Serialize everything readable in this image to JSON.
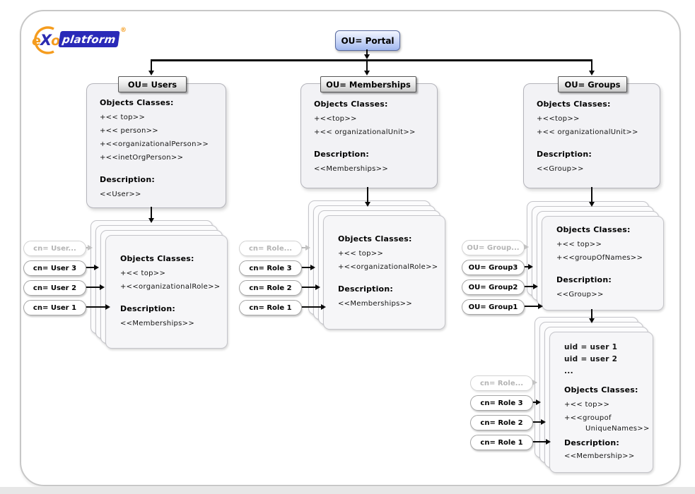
{
  "logo": {
    "brand": "eXo",
    "product": "platform",
    "trademark": "®"
  },
  "colors": {
    "portal_fill_top": "#f2f6ff",
    "portal_fill_bottom": "#9fb6ee",
    "portal_border": "#57699f",
    "logo_orange": "#f59c1e",
    "logo_blue": "#2a2ab8",
    "node_fill": "#f2f2f5",
    "card_fill": "#f6f6f8",
    "connector": "#0a0a0a"
  },
  "root": {
    "label": "OU= Portal"
  },
  "columns": [
    {
      "header": "OU= Users",
      "box": {
        "classes_label": "Objects Classes:",
        "classes": [
          "+<< top>>",
          "+<< person>>",
          "+<<organizationalPerson>>",
          "+<<inetOrgPerson>>"
        ],
        "description_label": "Description:",
        "description": "<<User>>"
      },
      "stack": {
        "pills": [
          "cn= User...",
          "cn= User 3",
          "cn= User 2",
          "cn= User 1"
        ],
        "card": {
          "classes_label": "Objects Classes:",
          "classes": [
            "+<< top>>",
            "+<<organizationalRole>>"
          ],
          "description_label": "Description:",
          "description": "<<Memberships>>"
        }
      }
    },
    {
      "header": "OU= Memberships",
      "box": {
        "classes_label": "Objects Classes:",
        "classes": [
          "+<<top>>",
          "+<< organizationalUnit>>"
        ],
        "description_label": "Description:",
        "description": "<<Memberships>>"
      },
      "stack": {
        "pills": [
          "cn= Role...",
          "cn= Role 3",
          "cn= Role 2",
          "cn= Role 1"
        ],
        "card": {
          "classes_label": "Objects Classes:",
          "classes": [
            "+<< top>>",
            "+<<organizationalRole>>"
          ],
          "description_label": "Description:",
          "description": "<<Memberships>>"
        }
      }
    },
    {
      "header": "OU= Groups",
      "box": {
        "classes_label": "Objects Classes:",
        "classes": [
          "+<<top>>",
          "+<< organizationalUnit>>"
        ],
        "description_label": "Description:",
        "description": "<<Group>>"
      },
      "stack": {
        "pills": [
          "OU= Group...",
          "OU= Group3",
          "OU= Group2",
          "OU= Group1"
        ],
        "card": {
          "classes_label": "Objects Classes:",
          "classes": [
            "+<< top>>",
            "+<<groupOfNames>>"
          ],
          "description_label": "Description:",
          "description": "<<Group>>"
        }
      },
      "stack2": {
        "pills": [
          "cn= Role...",
          "cn= Role 3",
          "cn= Role 2",
          "cn= Role 1"
        ],
        "card": {
          "uids": [
            "uid = user 1",
            "uid = user 2",
            "..."
          ],
          "classes_label": "Objects Classes:",
          "classes": [
            "+<< top>>",
            "+<<groupof",
            "UniqueNames>>"
          ],
          "description_label": "Description:",
          "description": "<<Membership>>"
        }
      }
    }
  ]
}
